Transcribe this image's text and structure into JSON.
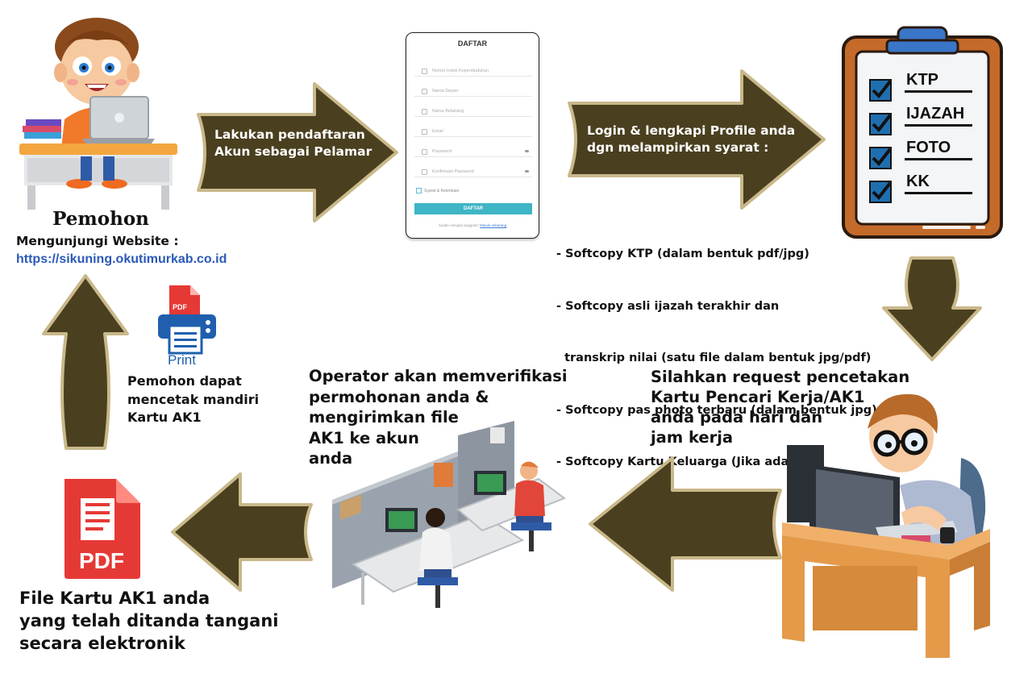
{
  "pemohon": {
    "title": "Pemohon",
    "visit_text": "Mengunjungi Website :",
    "url": "https://sikuning.okutimurkab.co.id"
  },
  "arrow1": {
    "line1": "Lakukan pendaftaran",
    "line2": "Akun sebagai Pelamar"
  },
  "form": {
    "title": "DAFTAR",
    "fields": [
      "Nomor Induk Kependudukan",
      "Nama Depan",
      "Nama Belakang",
      "Email",
      "Password",
      "Konfirmasi Password"
    ],
    "checkbox": "Syarat & Ketentuan",
    "button": "DAFTAR",
    "footer_prefix": "Sudah menjadi anggota?",
    "footer_link": "Masuk sekarang"
  },
  "arrow2": {
    "line1": "Login & lengkapi Profile anda",
    "line2": "dgn melampirkan syarat :"
  },
  "checklist": [
    "KTP",
    "IJAZAH",
    "FOTO",
    "KK"
  ],
  "requirements": [
    "- Softcopy KTP (dalam bentuk pdf/jpg)",
    "- Softcopy asli ijazah terakhir dan",
    "  transkrip nilai (satu file dalam bentuk jpg/pdf)",
    "- Softcopy pas photo terbaru (dalam bentuk jpg)",
    "- Softcopy Kartu Keluarga (Jika ada)"
  ],
  "print": {
    "badge": "PDF",
    "label": "Print"
  },
  "print_text": [
    "Pemohon dapat",
    "mencetak mandiri",
    "Kartu AK1"
  ],
  "operator_text": [
    "Operator akan memverifikasi",
    "permohonan anda &",
    "mengirimkan file",
    "AK1 ke akun",
    "anda"
  ],
  "request_text": [
    "Silahkan request pencetakan",
    "Kartu Pencari Kerja/AK1",
    "anda pada hari dan",
    "jam kerja"
  ],
  "pdf": {
    "label": "PDF"
  },
  "file_text": [
    "File Kartu AK1 anda",
    "yang telah ditanda tangani",
    "secara elektronik"
  ],
  "colors": {
    "arrow": "#4a3f1f",
    "arrow_edge": "#c9b88a",
    "form_button": "#3fb5c6",
    "url": "#2b59b8",
    "clipboard": "#c46a2a",
    "check": "#1f6fb0",
    "pdf_red": "#e53935"
  }
}
